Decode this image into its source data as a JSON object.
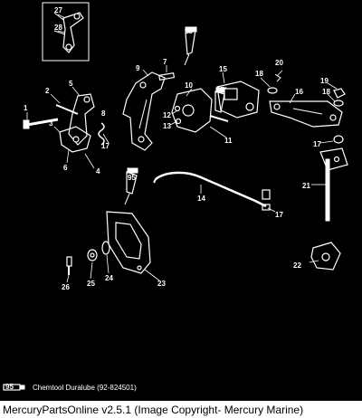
{
  "callouts": [
    "1",
    "2",
    "3",
    "4",
    "5",
    "6",
    "7",
    "8",
    "9",
    "10",
    "11",
    "12",
    "13",
    "14",
    "15",
    "16",
    "17",
    "17",
    "17",
    "18",
    "18",
    "19",
    "20",
    "21",
    "22",
    "23",
    "24",
    "25",
    "26",
    "27",
    "28"
  ],
  "tube_tags": [
    "95",
    "95",
    "95"
  ],
  "legend": {
    "tube_tag": "95",
    "text": "Chemtool Duralube (92-824501)"
  },
  "caption": "MercuryPartsOnline v2.5.1 (Image Copyright- Mercury Marine)"
}
